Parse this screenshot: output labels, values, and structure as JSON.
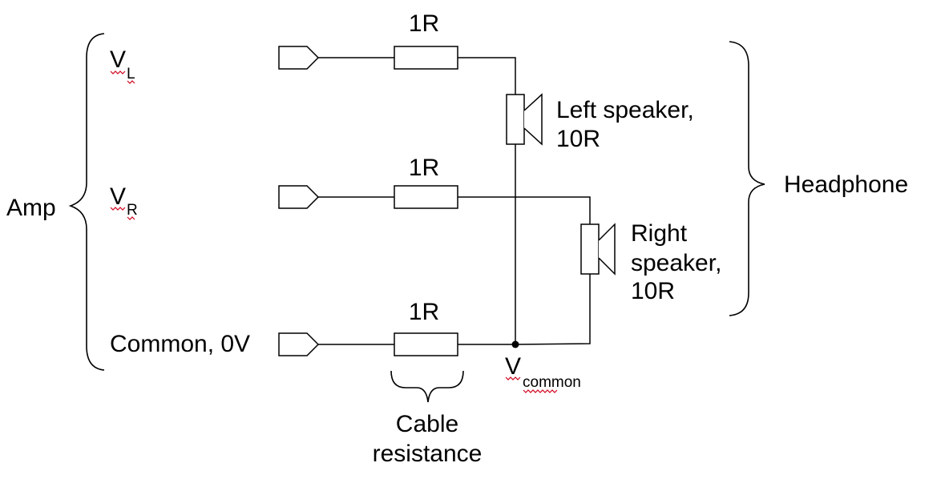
{
  "labels": {
    "amp": "Amp",
    "headphone": "Headphone",
    "vl_main": "V",
    "vl_sub": "L",
    "vr_main": "V",
    "vr_sub": "R",
    "common": "Common, 0V",
    "vcommon_main": "V",
    "vcommon_sub": "common",
    "cable_line1": "Cable",
    "cable_line2": "resistance",
    "left_speaker_line1": "Left speaker,",
    "left_speaker_line2": "10R",
    "right_speaker_line1": "Right",
    "right_speaker_line2": "speaker,",
    "right_speaker_line3": "10R"
  },
  "resistors": [
    {
      "value": "1R"
    },
    {
      "value": "1R"
    },
    {
      "value": "1R"
    }
  ],
  "colors": {
    "line": "#000000",
    "spellcheck_underline": "#d0021b"
  }
}
